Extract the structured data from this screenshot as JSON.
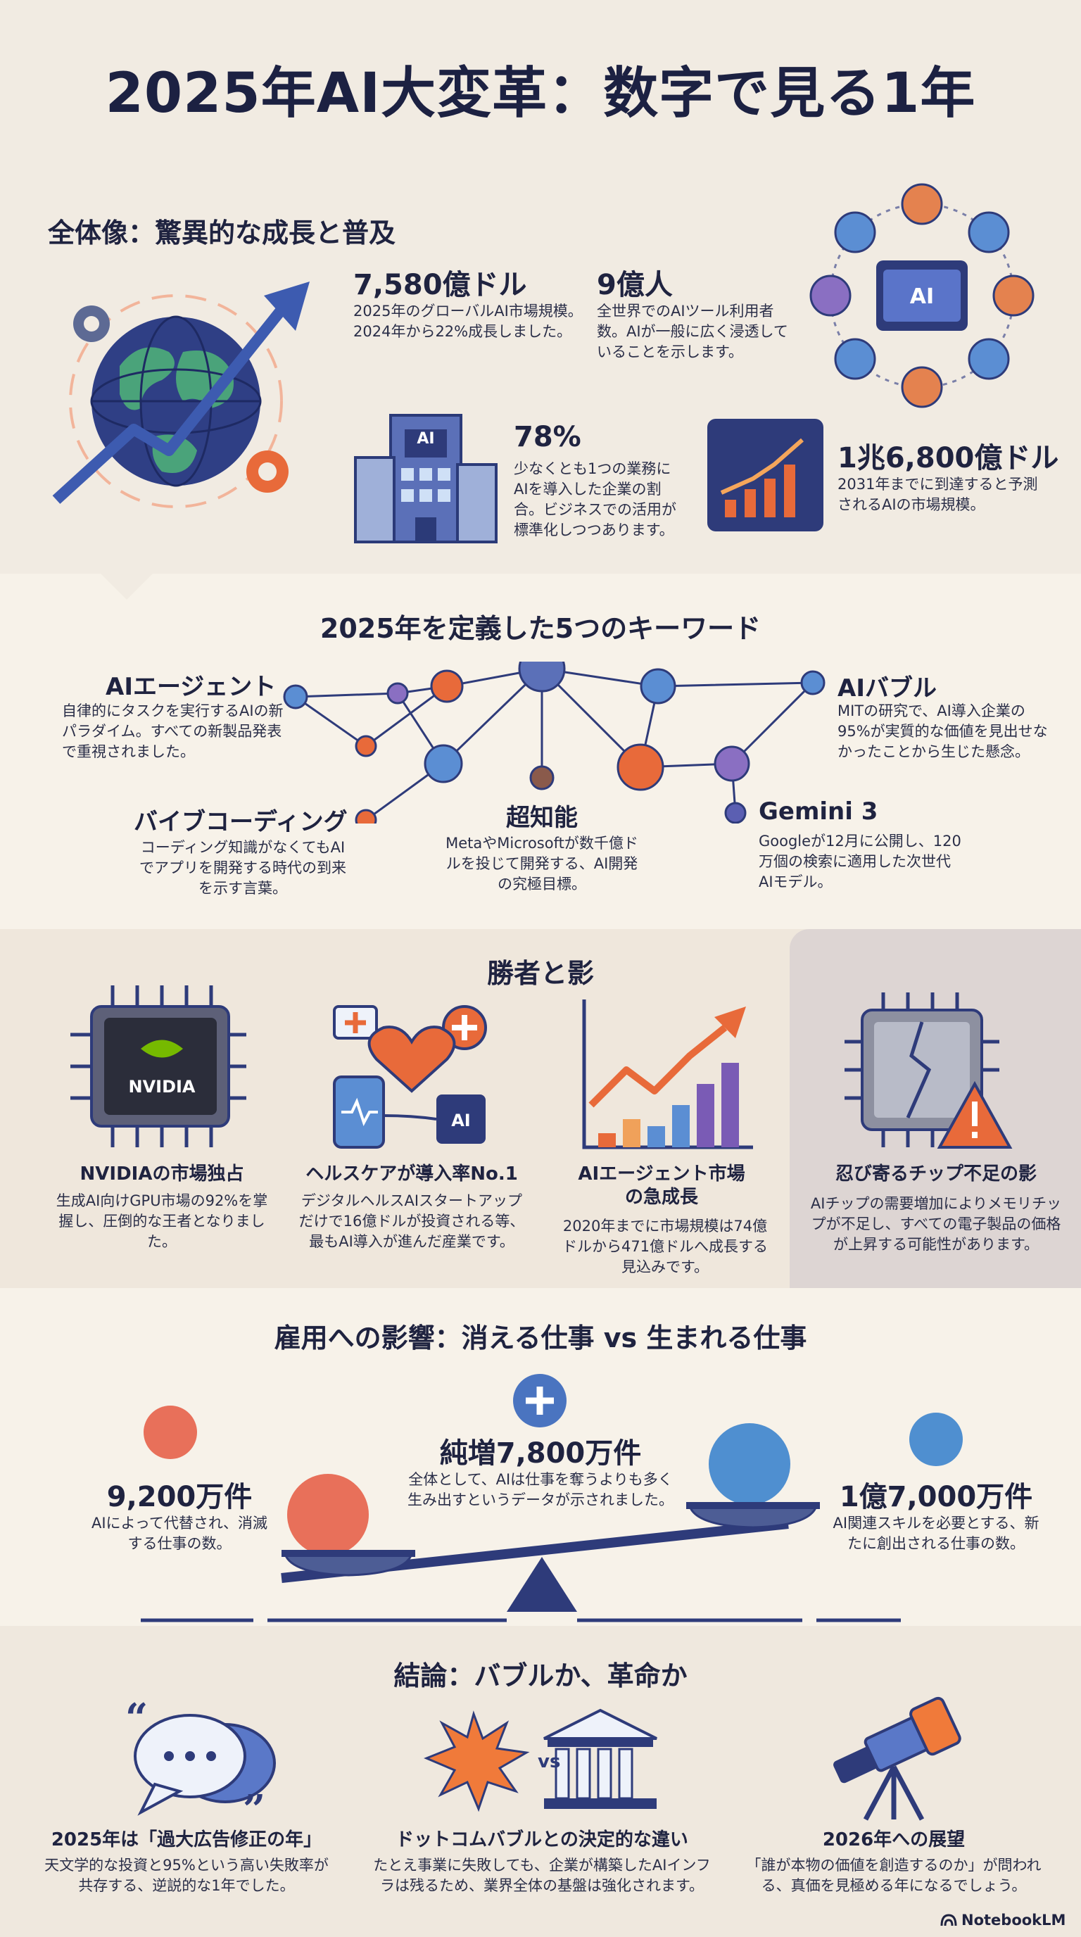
{
  "title": "2025年AI大変革：数字で見る1年",
  "overview": {
    "heading": "全体像：驚異的な成長と普及",
    "stats": [
      {
        "value": "7,580億ドル",
        "desc": "2025年のグローバルAI市場規模。2024年から22%成長しました。"
      },
      {
        "value": "9億人",
        "desc": "全世界でのAIツール利用者数。AIが一般に広く浸透していることを示します。"
      },
      {
        "value": "78%",
        "desc": "少なくとも1つの業務にAIを導入した企業の割合。ビジネスでの活用が標準化しつつあります。"
      },
      {
        "value": "1兆6,800億ドル",
        "desc": "2031年までに到達すると予測されるAIの市場規模。"
      }
    ],
    "building_label": "AI",
    "screen_label": "AI"
  },
  "keywords": {
    "heading": "2025年を定義した5つのキーワード",
    "items": [
      {
        "title": "AIエージェント",
        "desc": "自律的にタスクを実行するAIの新パラダイム。すべての新製品発表で重視されました。"
      },
      {
        "title": "AIバブル",
        "desc": "MITの研究で、AI導入企業の95%が実質的な価値を見出せなかったことから生じた懸念。"
      },
      {
        "title": "バイブコーディング",
        "desc": "コーディング知識がなくてもAIでアプリを開発する時代の到来を示す言葉。"
      },
      {
        "title": "超知能",
        "desc": "MetaやMicrosoftが数千億ドルを投じて開発する、AI開発の究極目標。"
      },
      {
        "title": "Gemini 3",
        "desc": "Googleが12月に公開し、120万個の検索に適用した次世代AIモデル。"
      }
    ]
  },
  "winners": {
    "heading": "勝者と影",
    "items": [
      {
        "title": "NVIDIAの市場独占",
        "desc": "生成AI向けGPU市場の92%を掌握し、圧倒的な王者となりました。"
      },
      {
        "title": "ヘルスケアが導入率No.1",
        "desc": "デジタルヘルスAIスタートアップだけで16億ドルが投資される等、最もAI導入が進んだ産業です。"
      },
      {
        "title": "AIエージェント市場の急成長",
        "desc": "2020年までに市場規模は74億ドルから471億ドルへ成長する見込みです。"
      },
      {
        "title": "忍び寄るチップ不足の影",
        "desc": "AIチップの需要増加によりメモリチップが不足し、すべての電子製品の価格が上昇する可能性があります。"
      }
    ],
    "chip_label": "NVIDIA",
    "mini_chip_label": "AI"
  },
  "jobs": {
    "heading": "雇用への影響：消える仕事 vs 生まれる仕事",
    "lost": {
      "value": "9,200万件",
      "desc": "AIによって代替され、消滅する仕事の数。"
    },
    "net": {
      "value": "純増7,800万件",
      "desc": "全体として、AIは仕事を奪うよりも多く生み出すというデータが示されました。"
    },
    "created": {
      "value": "1億7,000万件",
      "desc": "AI関連スキルを必要とする、新たに創出される仕事の数。"
    }
  },
  "conclusion": {
    "heading": "結論：バブルか、革命か",
    "vs_label": "vs",
    "items": [
      {
        "title": "2025年は「過大広告修正の年」",
        "desc": "天文学的な投資と95%という高い失敗率が共存する、逆説的な1年でした。"
      },
      {
        "title": "ドットコムバブルとの決定的な違い",
        "desc": "たとえ事業に失敗しても、企業が構築したAIインフラは残るため、業界全体の基盤は強化されます。"
      },
      {
        "title": "2026年への展望",
        "desc": "「誰が本物の価値を創造するのか」が問われる、真価を見極める年になるでしょう。"
      }
    ]
  },
  "footer": {
    "brand": "NotebookLM"
  },
  "colors": {
    "navy": "#2b3a78",
    "orange": "#f07a3a",
    "purple": "#7a5bb5",
    "blue": "#4f8fd0",
    "teal": "#3aa6b9",
    "bg": "#f1ebe2"
  }
}
